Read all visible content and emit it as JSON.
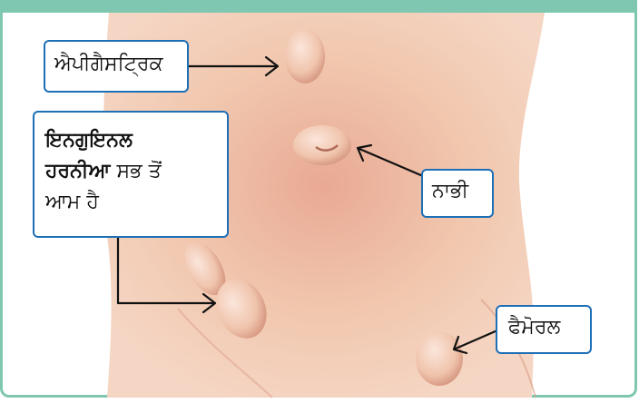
{
  "labels": {
    "epigastric": "ਐਪੀਗੈਸਟ੍ਰਿਕ",
    "inguinal_bold_1": "ਇਨਗੁਇਨਲ",
    "inguinal_bold_2": "ਹਰਨੀਆ",
    "inguinal_rest_1": " ਸਭ ਤੋਂ",
    "inguinal_rest_2": "ਆਮ ਹੈ",
    "umbilical": "ਨਾਭੀ",
    "femoral": "ਫੈਮੋਰਲ"
  },
  "colors": {
    "frame": "#7fc7b0",
    "label_border": "#1d6fb6",
    "skin": "#f0c4a8",
    "arrow": "#111111"
  }
}
